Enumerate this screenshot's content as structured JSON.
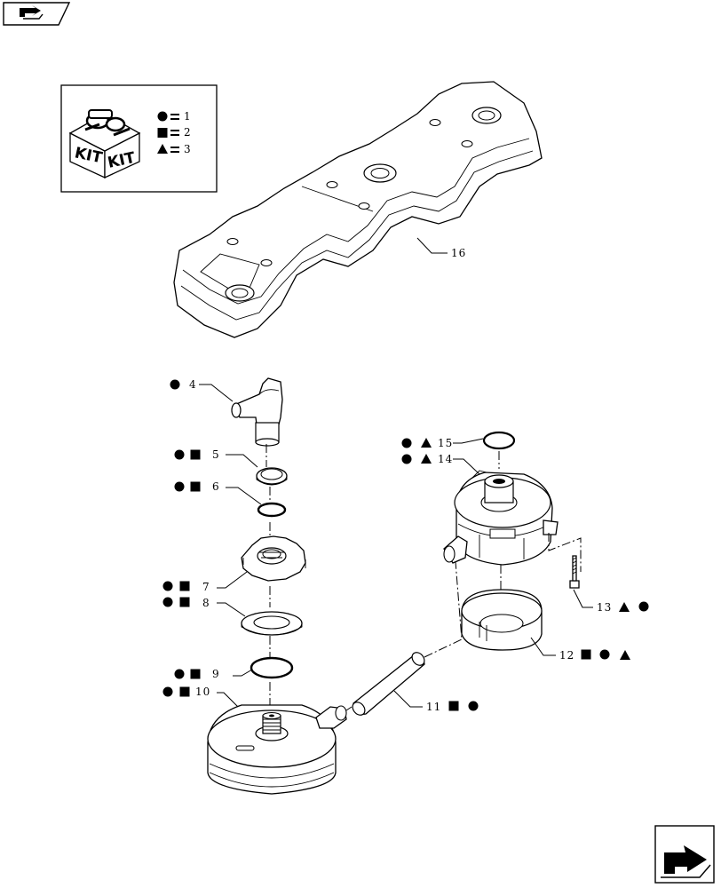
{
  "nav": {
    "prev_icon": "back-arrow-icon",
    "next_icon": "forward-page-arrow-icon"
  },
  "legend": {
    "kit_label_left": "KIT",
    "kit_label_right": "KIT",
    "entries": [
      {
        "symbol": "circle",
        "value": "1"
      },
      {
        "symbol": "square",
        "value": "2"
      },
      {
        "symbol": "triangle",
        "value": "3"
      }
    ]
  },
  "callouts": {
    "c4": {
      "number": "4",
      "symbols": [
        "circle"
      ]
    },
    "c5": {
      "number": "5",
      "symbols": [
        "circle",
        "square"
      ]
    },
    "c6": {
      "number": "6",
      "symbols": [
        "circle",
        "square"
      ]
    },
    "c7": {
      "number": "7",
      "symbols": [
        "circle",
        "square"
      ]
    },
    "c8": {
      "number": "8",
      "symbols": [
        "circle",
        "square"
      ]
    },
    "c9": {
      "number": "9",
      "symbols": [
        "circle",
        "square"
      ]
    },
    "c10": {
      "number": "10",
      "symbols": [
        "circle",
        "square"
      ]
    },
    "c11": {
      "number": "11",
      "symbols": [
        "square",
        "circle"
      ]
    },
    "c12": {
      "number": "12",
      "symbols": [
        "square",
        "circle",
        "triangle"
      ]
    },
    "c13": {
      "number": "13",
      "symbols": [
        "triangle",
        "circle"
      ]
    },
    "c14": {
      "number": "14",
      "symbols": [
        "circle",
        "triangle"
      ]
    },
    "c15": {
      "number": "15",
      "symbols": [
        "circle",
        "triangle"
      ]
    },
    "c16": {
      "number": "16",
      "symbols": []
    }
  }
}
